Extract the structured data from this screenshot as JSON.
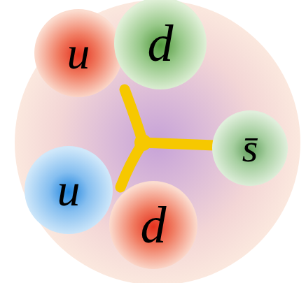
{
  "diagram": {
    "nodes": [
      {
        "text": [
          "u"
        ]
      },
      {
        "text": [
          "d"
        ]
      },
      {
        "text": [
          "s̄"
        ]
      },
      {
        "text": [
          "u"
        ]
      },
      {
        "text": [
          "d"
        ]
      }
    ]
  }
}
